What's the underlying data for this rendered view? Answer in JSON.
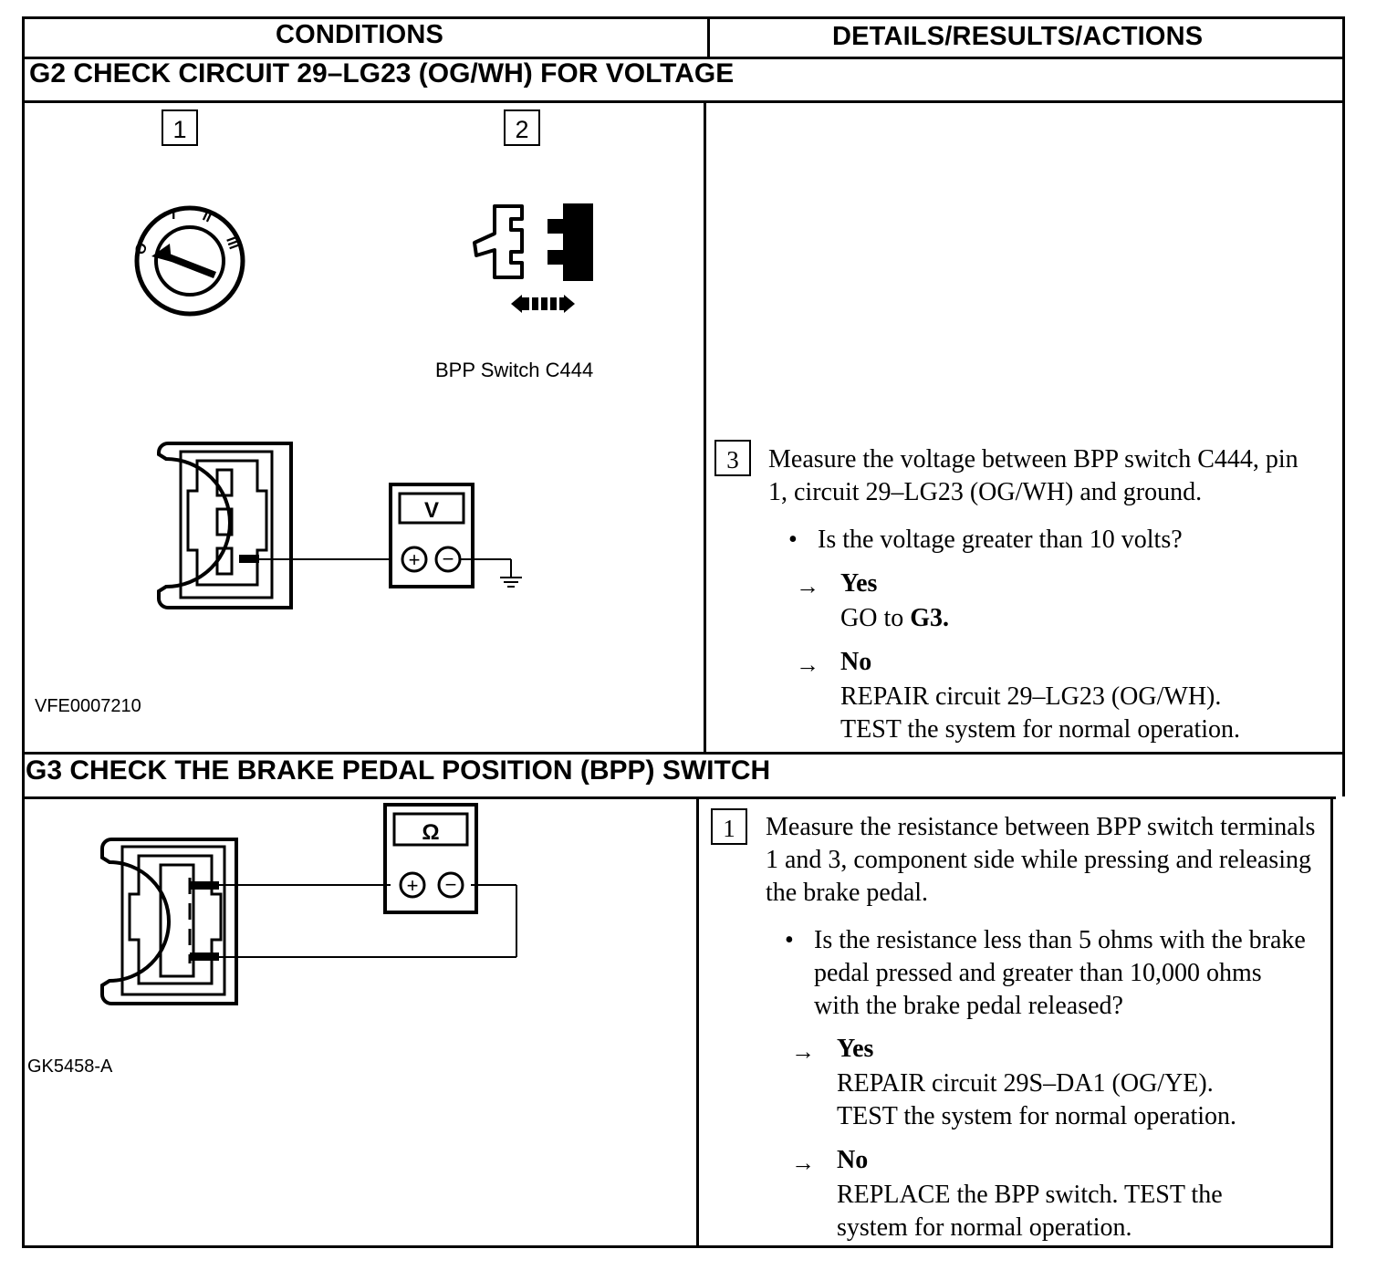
{
  "table": {
    "col_conditions": "CONDITIONS",
    "col_details": "DETAILS/RESULTS/ACTIONS"
  },
  "g2": {
    "title": "G2  CHECK CIRCUIT 29–LG23 (OG/WH) FOR VOLTAGE",
    "step1_num": "1",
    "step2_num": "2",
    "ignition_labels": [
      "O",
      "I",
      "II",
      "III"
    ],
    "switch_caption": "BPP Switch C444",
    "meter_symbol": "V",
    "plus": "+",
    "minus": "−",
    "figure_id": "VFE0007210",
    "step3_num": "3",
    "step3_text": "Measure the voltage between BPP switch C444, pin 1, circuit 29–LG23 (OG/WH) and ground.",
    "question": "Is the voltage greater than 10 volts?",
    "yes_label": "Yes",
    "yes_prefix": "GO to ",
    "yes_target": "G3.",
    "no_label": "No",
    "no_line1": "REPAIR circuit 29–LG23 (OG/WH).",
    "no_line2": "TEST the system for normal operation."
  },
  "g3": {
    "title": "G3  CHECK THE BRAKE PEDAL POSITION (BPP) SWITCH",
    "meter_symbol": "Ω",
    "plus": "+",
    "minus": "−",
    "figure_id": "GK5458-A",
    "step1_num": "1",
    "step1_text": "Measure the resistance between BPP switch terminals 1 and 3, component side while pressing and releasing the brake pedal.",
    "question": "Is the resistance less than 5 ohms with the brake pedal pressed and greater than 10,000 ohms with the brake pedal released?",
    "yes_label": "Yes",
    "yes_line1": "REPAIR circuit 29S–DA1 (OG/YE).",
    "yes_line2": "TEST the system for normal operation.",
    "no_label": "No",
    "no_line1": "REPLACE the BPP switch. TEST the",
    "no_line2": "system for normal operation."
  },
  "icons": {
    "arrow": "→",
    "bullet": "•"
  }
}
